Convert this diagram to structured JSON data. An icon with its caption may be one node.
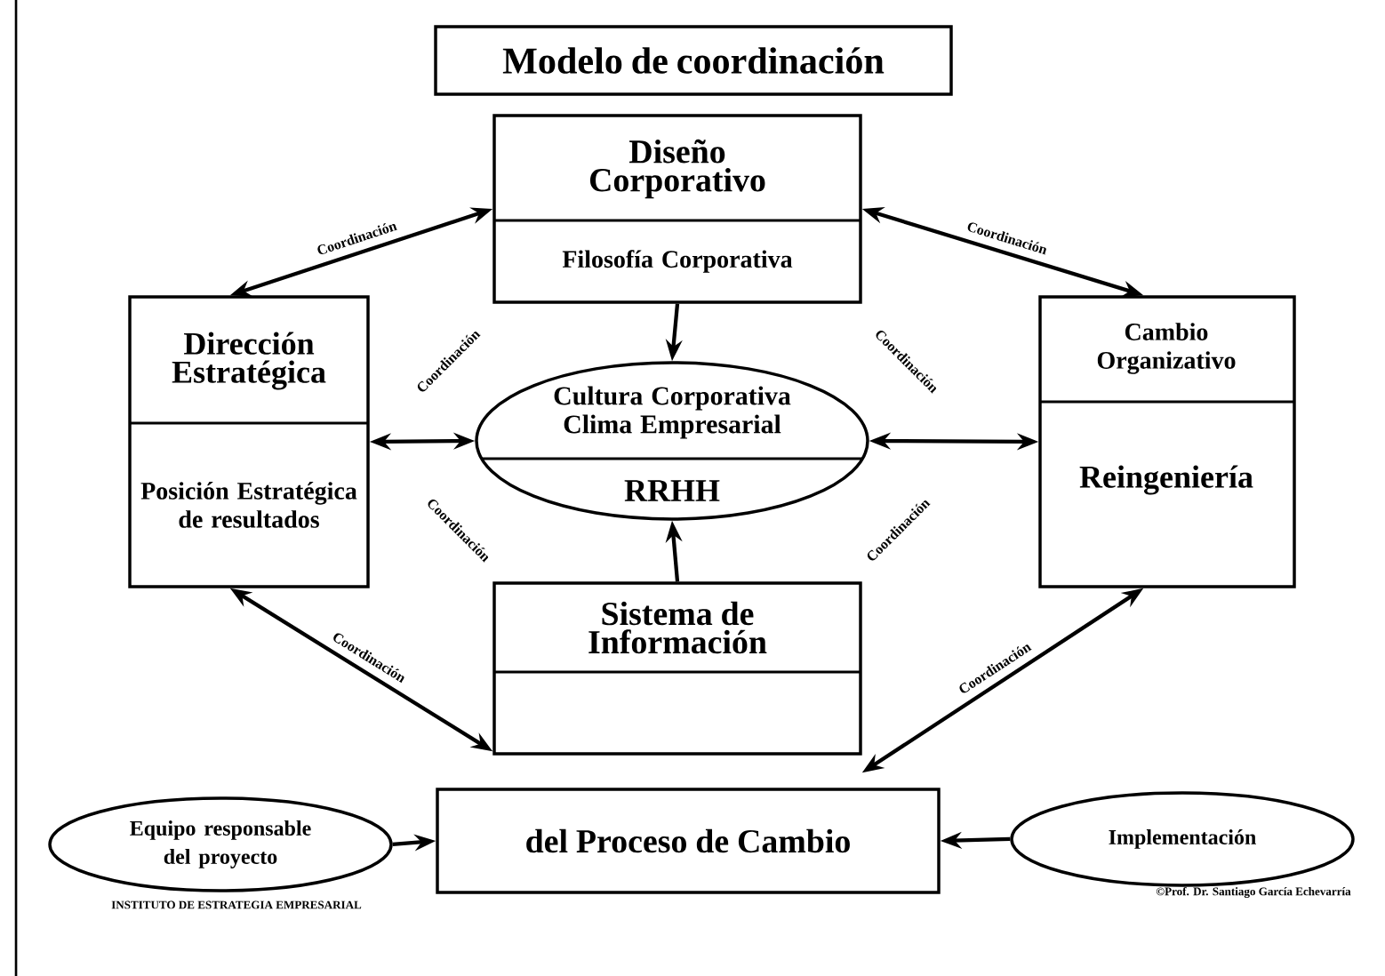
{
  "diagram": {
    "nodes": [
      {
        "text": [
          "Modelo de coordinación"
        ]
      },
      {
        "text": [
          "Diseño Corporativo",
          "Filosofía Corporativa"
        ]
      },
      {
        "text": [
          "Dirección Estratégica",
          "Posición Estratégica de resultados"
        ]
      },
      {
        "text": [
          "Cultura Corporativa Clima Empresarial",
          "RRHH"
        ]
      },
      {
        "text": [
          "Cambio Organizativo",
          "Reingeniería"
        ]
      },
      {
        "text": [
          "Sistema de Información"
        ]
      },
      {
        "text": [
          "Equipo responsable del proyecto"
        ]
      },
      {
        "text": [
          "del Proceso de Cambio"
        ]
      },
      {
        "text": [
          "Implementación"
        ]
      }
    ],
    "edges": [
      {
        "from": 1,
        "to": 2,
        "arrow": "both",
        "label": "Coordinación"
      },
      {
        "from": 1,
        "to": 4,
        "arrow": "both",
        "label": "Coordinación"
      },
      {
        "from": 2,
        "to": 5,
        "arrow": "both",
        "label": "Coordinación"
      },
      {
        "from": 5,
        "to": 4,
        "arrow": "both",
        "label": "Coordinación"
      },
      {
        "from": 1,
        "to": 3,
        "arrow": "to"
      },
      {
        "from": 5,
        "to": 3,
        "arrow": "to"
      },
      {
        "from": 2,
        "to": 3,
        "arrow": "both"
      },
      {
        "from": 3,
        "to": 4,
        "arrow": "both"
      },
      {
        "from": 6,
        "to": 7,
        "arrow": "to"
      },
      {
        "from": 8,
        "to": 7,
        "arrow": "to"
      }
    ],
    "labels": [
      "Coordinación",
      "Coordinación",
      "Coordinación",
      "Coordinación",
      "INSTITUTO DE ESTRATEGIA EMPRESARIAL",
      "©Prof. Dr. Santiago García Echevarría"
    ]
  }
}
